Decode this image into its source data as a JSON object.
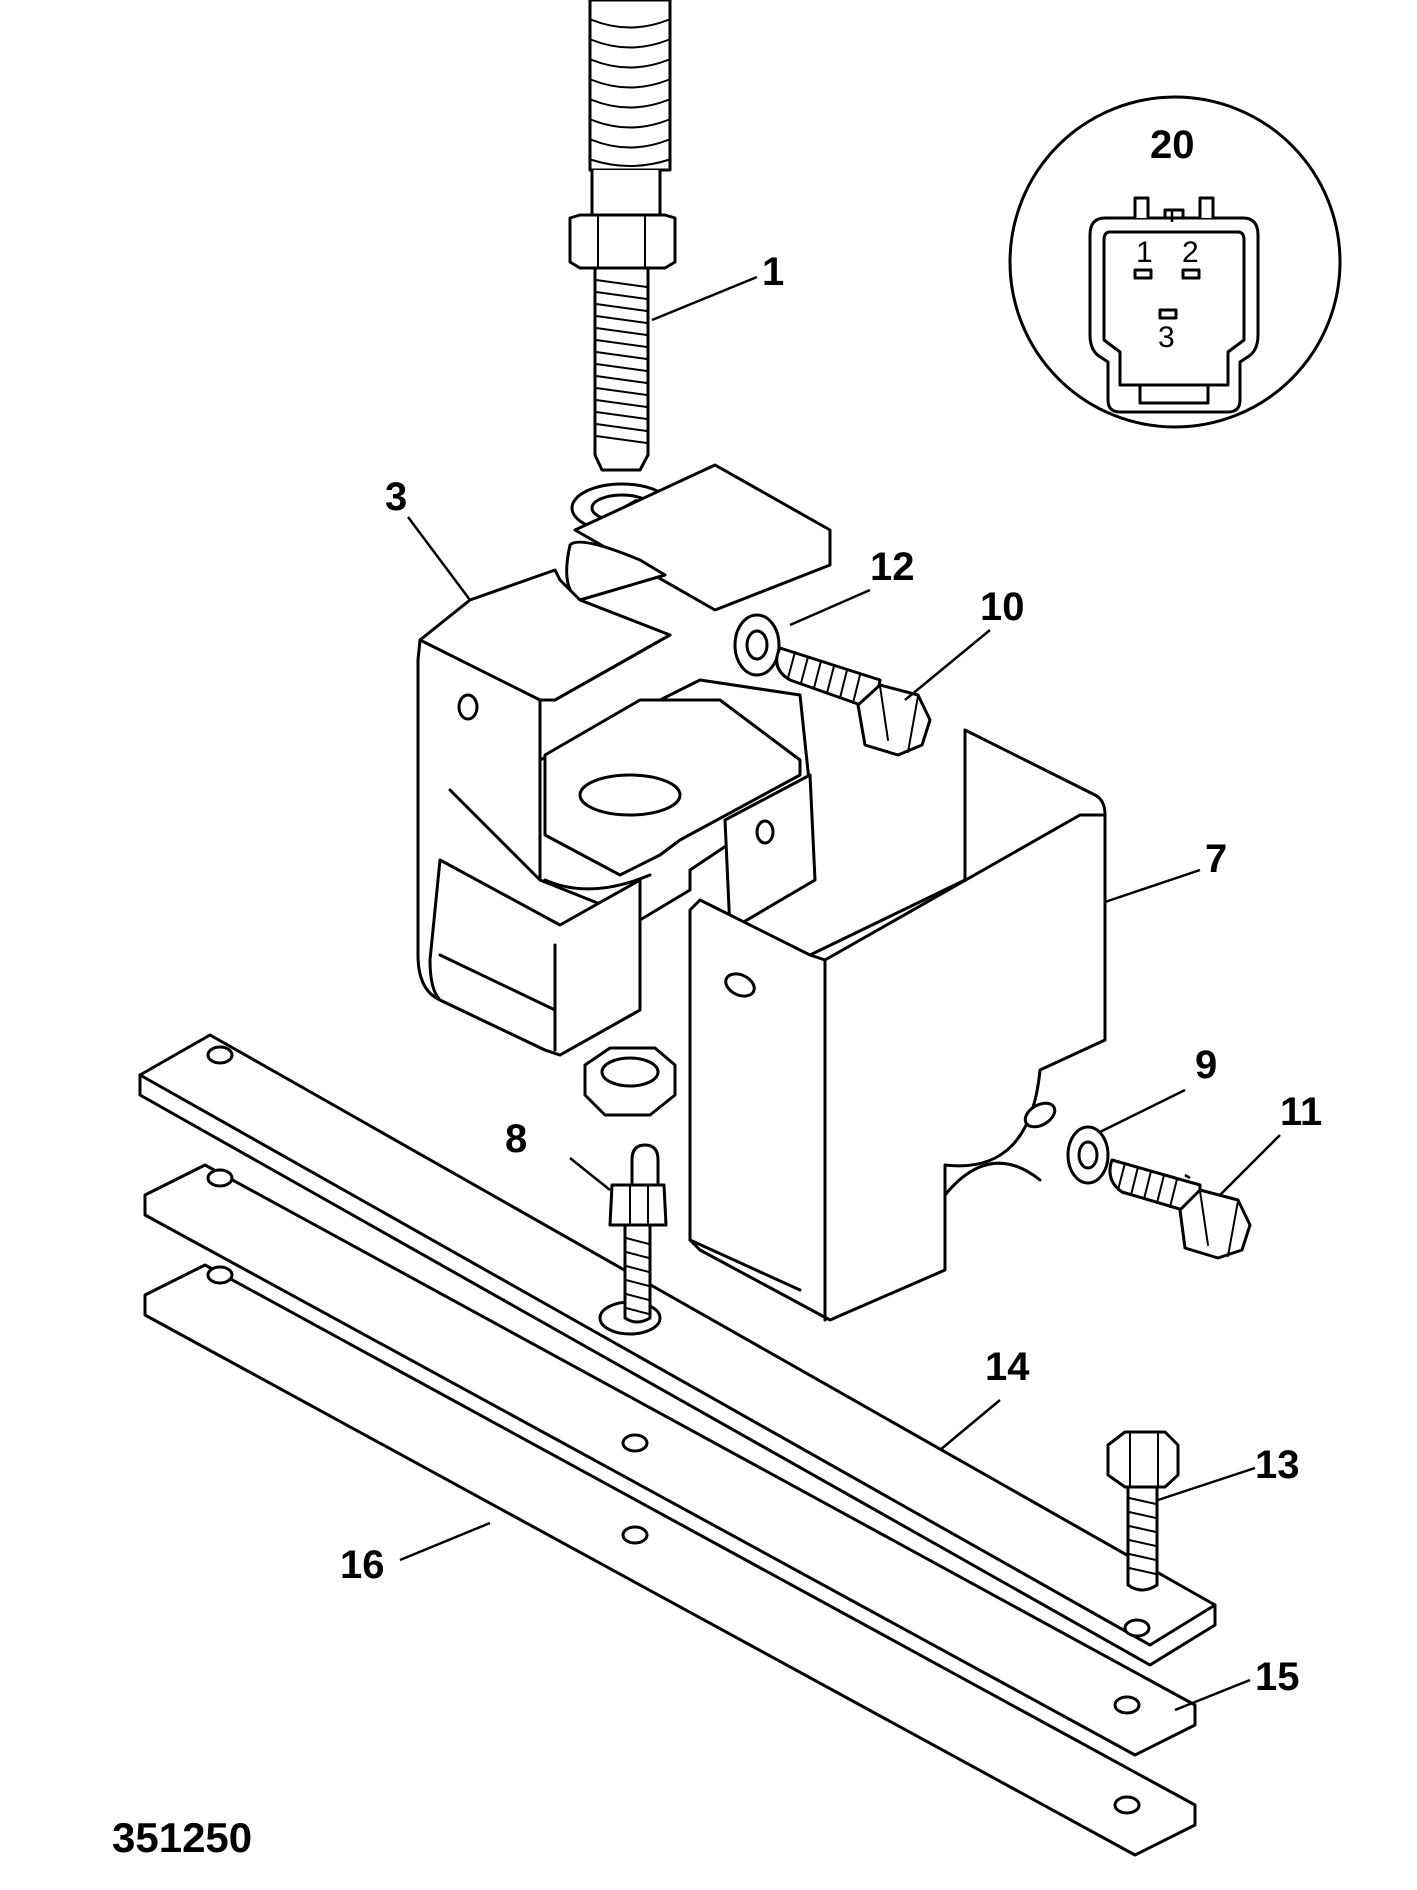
{
  "diagram": {
    "figure_number": "351250",
    "callouts": [
      {
        "id": "label-1",
        "text": "1"
      },
      {
        "id": "label-3",
        "text": "3"
      },
      {
        "id": "label-7",
        "text": "7"
      },
      {
        "id": "label-8",
        "text": "8"
      },
      {
        "id": "label-9",
        "text": "9"
      },
      {
        "id": "label-10",
        "text": "10"
      },
      {
        "id": "label-11",
        "text": "11"
      },
      {
        "id": "label-12",
        "text": "12"
      },
      {
        "id": "label-13",
        "text": "13"
      },
      {
        "id": "label-14",
        "text": "14"
      },
      {
        "id": "label-15",
        "text": "15"
      },
      {
        "id": "label-16",
        "text": "16"
      },
      {
        "id": "label-20",
        "text": "20"
      }
    ],
    "connector_pins": [
      "1",
      "2",
      "3"
    ]
  }
}
